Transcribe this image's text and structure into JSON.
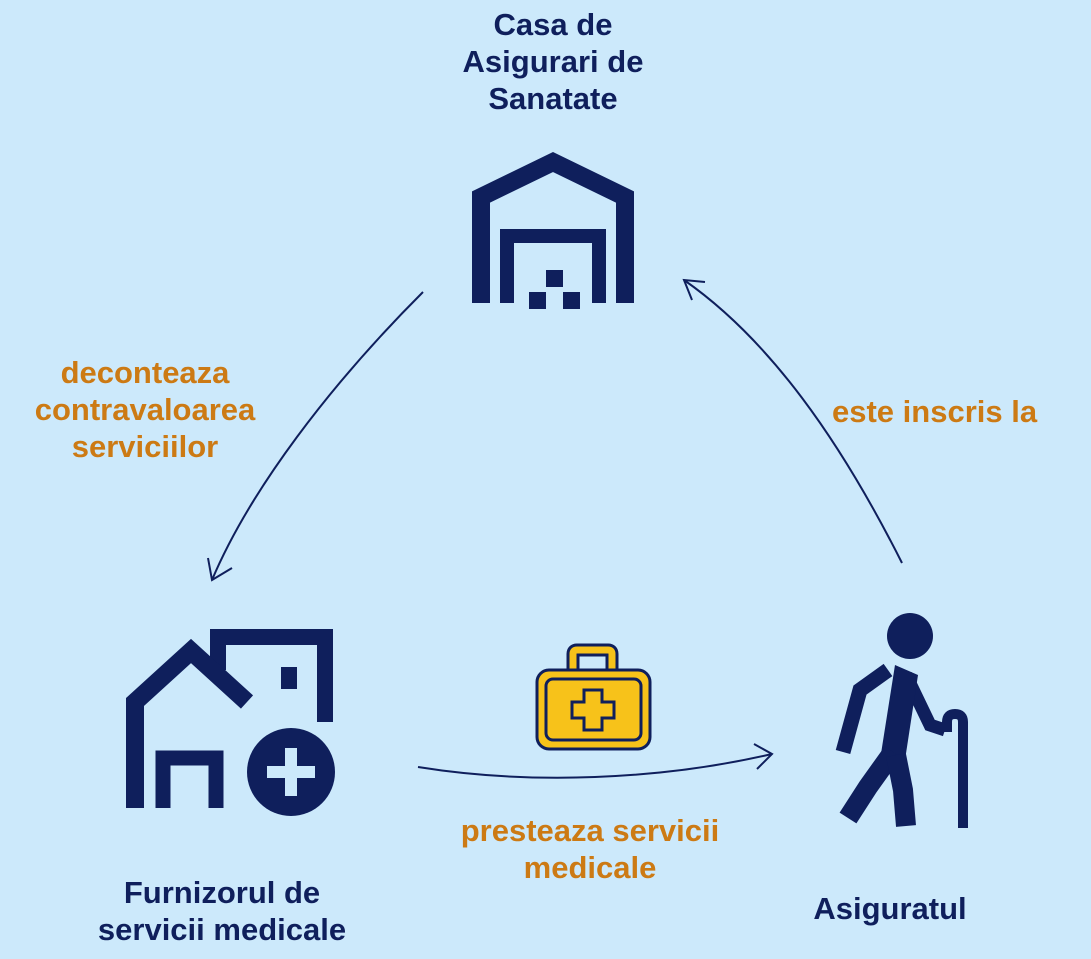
{
  "colors": {
    "background": "#cce9fb",
    "navy": "#0f1f5c",
    "orange": "#cc7a14",
    "gold": "#f7c21a"
  },
  "nodes": {
    "insurance_house": {
      "label_lines": [
        "Casa de",
        "Asigurari de",
        "Sanatate"
      ],
      "icon": "warehouse-icon"
    },
    "provider": {
      "label_lines": [
        "Furnizorul de",
        "servicii medicale"
      ],
      "icon": "clinic-plus-icon"
    },
    "insured": {
      "label_lines": [
        "Asiguratul"
      ],
      "icon": "elderly-person-with-cane-icon"
    }
  },
  "edges": {
    "reimburses": {
      "label_lines": [
        "deconteaza",
        "contravaloarea",
        "serviciilor"
      ]
    },
    "enrolled_in": {
      "label_lines": [
        "este inscris la"
      ]
    },
    "provides": {
      "label_lines": [
        "presteaza servicii",
        "medicale"
      ],
      "icon": "first-aid-kit-icon"
    }
  }
}
